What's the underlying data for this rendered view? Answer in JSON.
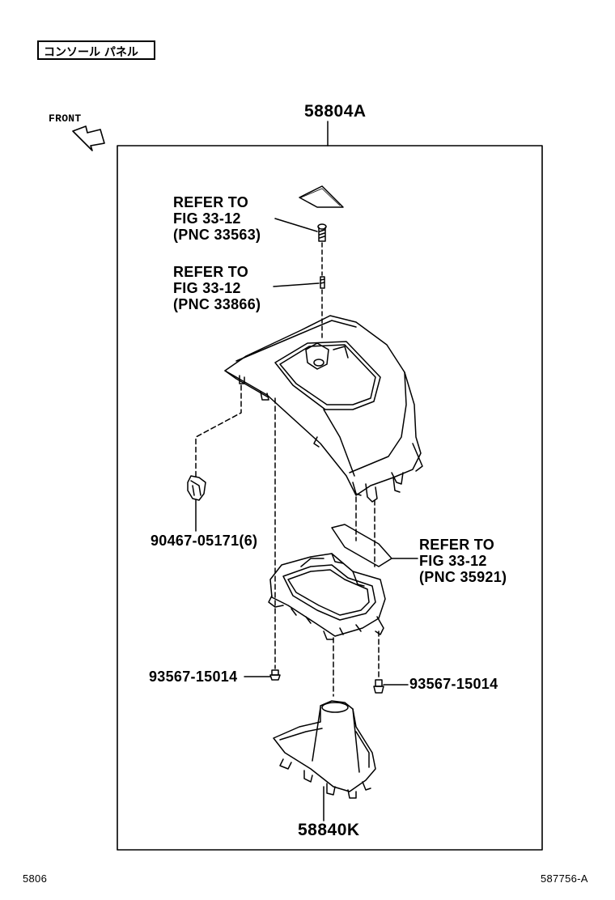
{
  "header": {
    "title": "コンソール パネル"
  },
  "direction": {
    "front_label": "FRONT"
  },
  "assembly": {
    "part_no": "58804A"
  },
  "callouts": {
    "ref1": {
      "line1": "REFER TO",
      "line2": "FIG 33-12",
      "line3": "(PNC 33563)"
    },
    "ref2": {
      "line1": "REFER TO",
      "line2": "FIG 33-12",
      "line3": "(PNC 33866)"
    },
    "ref3": {
      "line1": "REFER TO",
      "line2": "FIG 33-12",
      "line3": "(PNC 35921)"
    },
    "clip": "90467-05171(6)",
    "screw_left": "93567-15014",
    "screw_right": "93567-15014",
    "boot": "58840K"
  },
  "footer": {
    "left": "5806",
    "right": "587756-A"
  }
}
